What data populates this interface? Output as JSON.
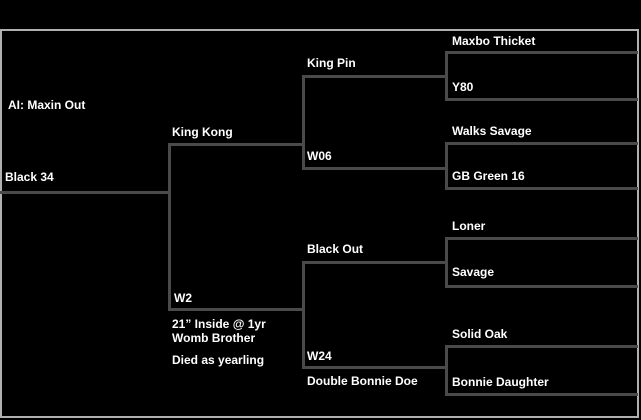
{
  "pedigree": {
    "sire": {
      "label": "AI: Maxin Out"
    },
    "dam": {
      "label": "Black 34"
    },
    "gen2": [
      {
        "label": "King Kong"
      },
      {
        "label": "W2",
        "notes": [
          "21” Inside @ 1yr Womb Brother",
          "Died as yearling"
        ]
      }
    ],
    "gen3": [
      {
        "label": "King Pin"
      },
      {
        "label": "W06"
      },
      {
        "label": "Black Out"
      },
      {
        "label": "W24",
        "note": "Double Bonnie Doe"
      }
    ],
    "gen4": [
      {
        "label": "Maxbo Thicket"
      },
      {
        "label": "Y80"
      },
      {
        "label": "Walks Savage"
      },
      {
        "label": "GB Green 16"
      },
      {
        "label": "Loner"
      },
      {
        "label": "Savage"
      },
      {
        "label": "Solid Oak"
      },
      {
        "label": "Bonnie Daughter"
      }
    ]
  },
  "colors": {
    "background": "#000000",
    "frame_border": "#b0b0b0",
    "connector_line": "#4a4a4a",
    "text": "#ffffff"
  }
}
